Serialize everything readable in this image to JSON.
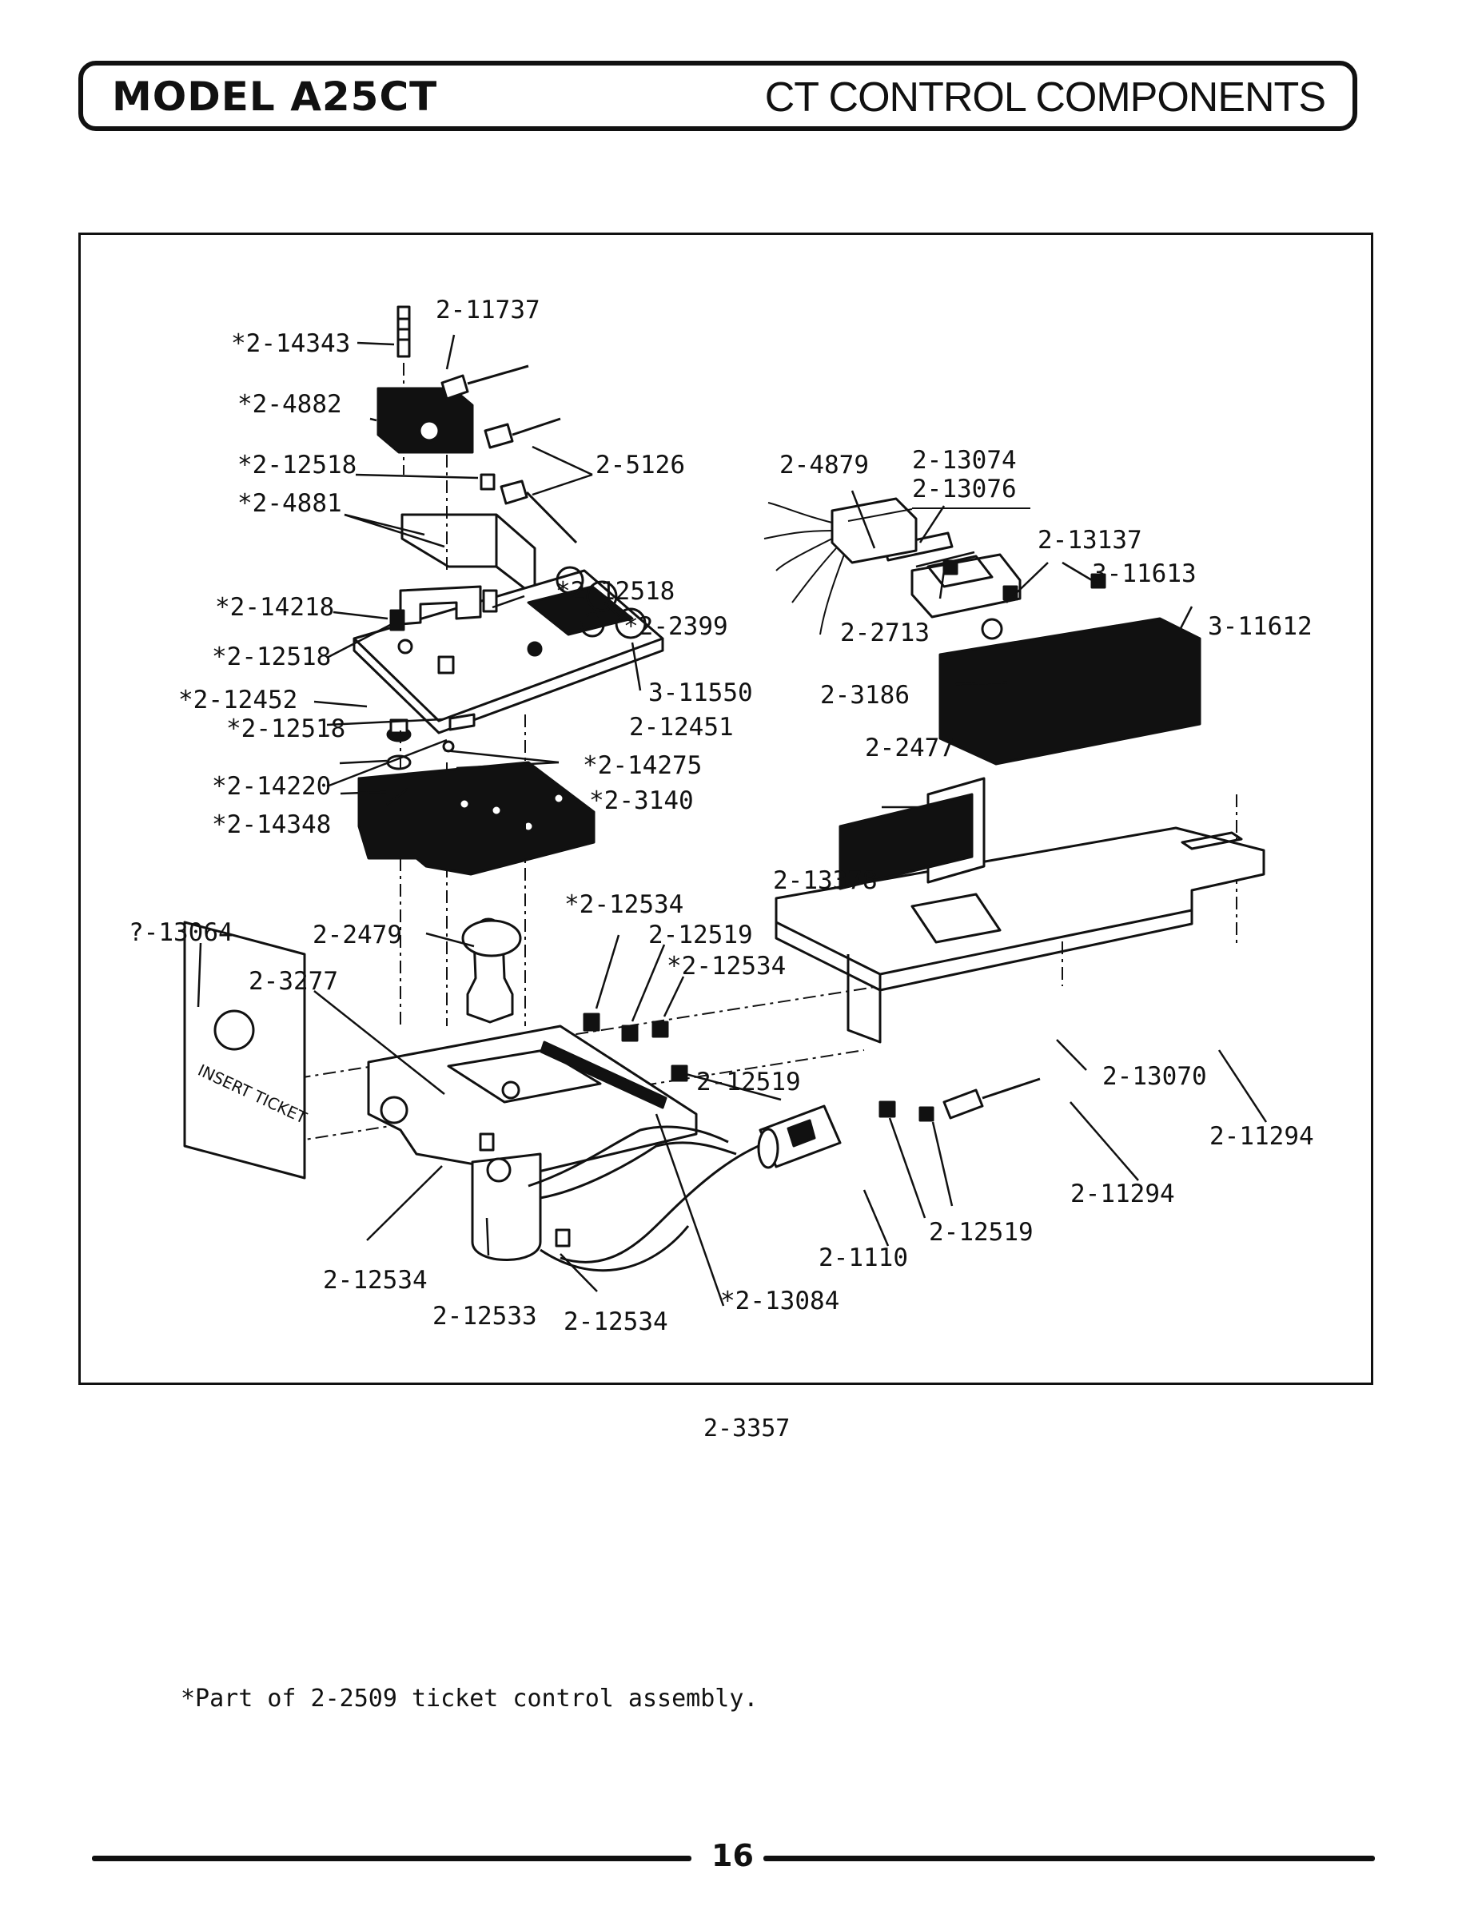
{
  "header": {
    "model": "MODEL A25CT",
    "section": "CT CONTROL COMPONENTS"
  },
  "diagram": {
    "panel_text": "INSERT TICKET",
    "callouts": [
      "*2-14343",
      "2-11737",
      "*2-4882",
      "*2-12518",
      "2-5126",
      "*2-4881",
      "2-4879",
      "2-13074",
      "2-13076",
      "2-13137",
      "3-11613",
      "*2-14218",
      "*2-12518",
      "*2-2399",
      "2-2713",
      "3-11612",
      "*2-12518",
      "*2-12452",
      "3-11550",
      "2-3186",
      "*2-12518",
      "2-12451",
      "2-2477",
      "*2-14275",
      "*2-14220",
      "*2-3140",
      "*2-14348",
      "2-13378",
      "?-13064",
      "2-2479",
      "*2-12534",
      "2-12519",
      "2-3277",
      "*2-12534",
      "2-12519",
      "2-13070",
      "2-11294",
      "2-11294",
      "2-12519",
      "2-1110",
      "2-12534",
      "2-12533",
      "2-12534",
      "*2-13084"
    ]
  },
  "figure_number": "2-3357",
  "footnote": "*Part of 2-2509 ticket control assembly.",
  "page_number": "16"
}
